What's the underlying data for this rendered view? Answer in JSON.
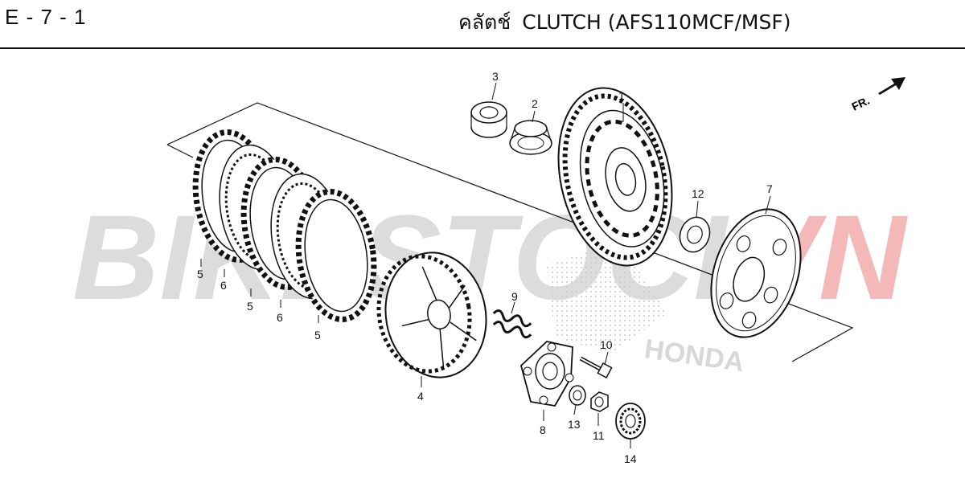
{
  "header": {
    "code": "E - 7 - 1",
    "title_thai": "คลัตช์",
    "title_en": "CLUTCH (AFS110MCF/MSF)"
  },
  "direction": "FR.",
  "watermark": {
    "text_gray": "BIKESTOCK",
    "text_red": "VN",
    "brand": "HONDA"
  },
  "callouts": [
    "1",
    "2",
    "3",
    "4",
    "5",
    "5",
    "5",
    "6",
    "6",
    "7",
    "8",
    "9",
    "10",
    "11",
    "12",
    "13",
    "14"
  ],
  "colors": {
    "line": "#111111",
    "watermark_gray": "#d9d9d9",
    "watermark_red": "#f2b4b4",
    "background": "#ffffff"
  }
}
